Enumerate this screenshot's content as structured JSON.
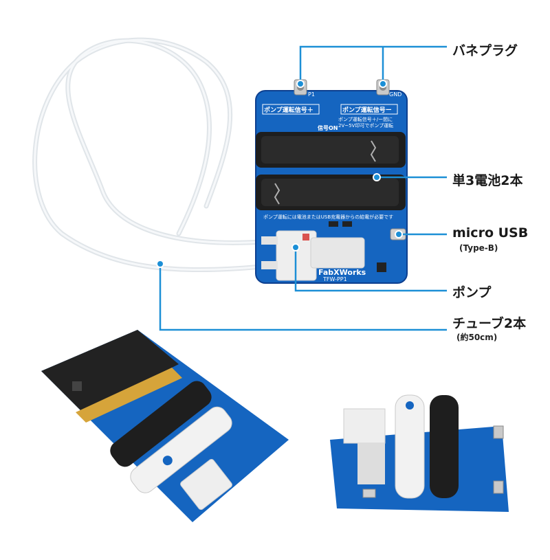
{
  "colors": {
    "leader_line": "#1c8fd6",
    "pcb_blue": "#1565c0",
    "pcb_dark": "#0d3f8f",
    "battery_black": "#1e1e1e",
    "battery_white": "#f2f2f2",
    "pump_white": "#eeeeee",
    "microbit_black": "#222222",
    "gold": "#d6a43a"
  },
  "callouts": {
    "spring_plug": "バネプラグ",
    "batteries": "単3電池2本",
    "micro_usb": "micro USB",
    "micro_usb_type": "(Type-B)",
    "pump": "ポンプ",
    "tubes": "チューブ2本",
    "tube_length": "(約50cm)"
  },
  "board": {
    "label_pump_plus": "ポンプ運転信号＋",
    "label_pump_minus": "ポンプ運転信号ー",
    "label_signal_on": "信号ON",
    "label_note": "ポンプ運転信号＋/ー間に\n2V~5V印可でポンプ運転",
    "label_power_note": "ポンプ運転には電池またはUSB充電器からの給電が必要です",
    "brand": "FabXWorks",
    "model": "TFW-PP1",
    "pin_p1": "P1",
    "pin_gnd": "GND"
  },
  "icons": {
    "battery": "battery-icon",
    "pump": "pump-icon",
    "usb": "usb-port-icon",
    "tube": "tube-icon"
  }
}
